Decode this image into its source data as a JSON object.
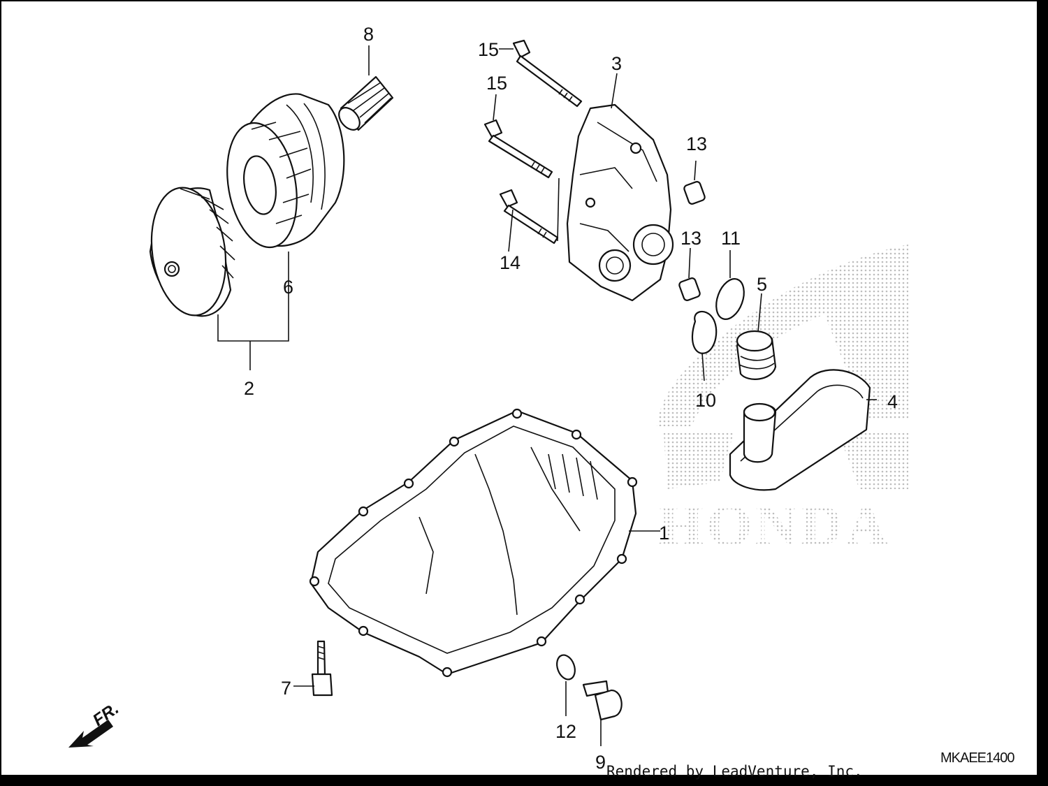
{
  "diagram": {
    "callouts": {
      "p1": "1",
      "p2": "2",
      "p3": "3",
      "p4": "4",
      "p5": "5",
      "p6": "6",
      "p7": "7",
      "p8": "8",
      "p9": "9",
      "p10": "10",
      "p11": "11",
      "p12": "12",
      "p13a": "13",
      "p13b": "13",
      "p14": "14",
      "p15a": "15",
      "p15b": "15"
    },
    "watermark": "HONDA",
    "front_marker": "FR.",
    "diagram_code": "MKAEE1400",
    "credit": "Rendered by LeadVenture, Inc."
  },
  "colors": {
    "ink": "#111111",
    "watermark": "#c8c8c8",
    "frame": "#000000"
  }
}
